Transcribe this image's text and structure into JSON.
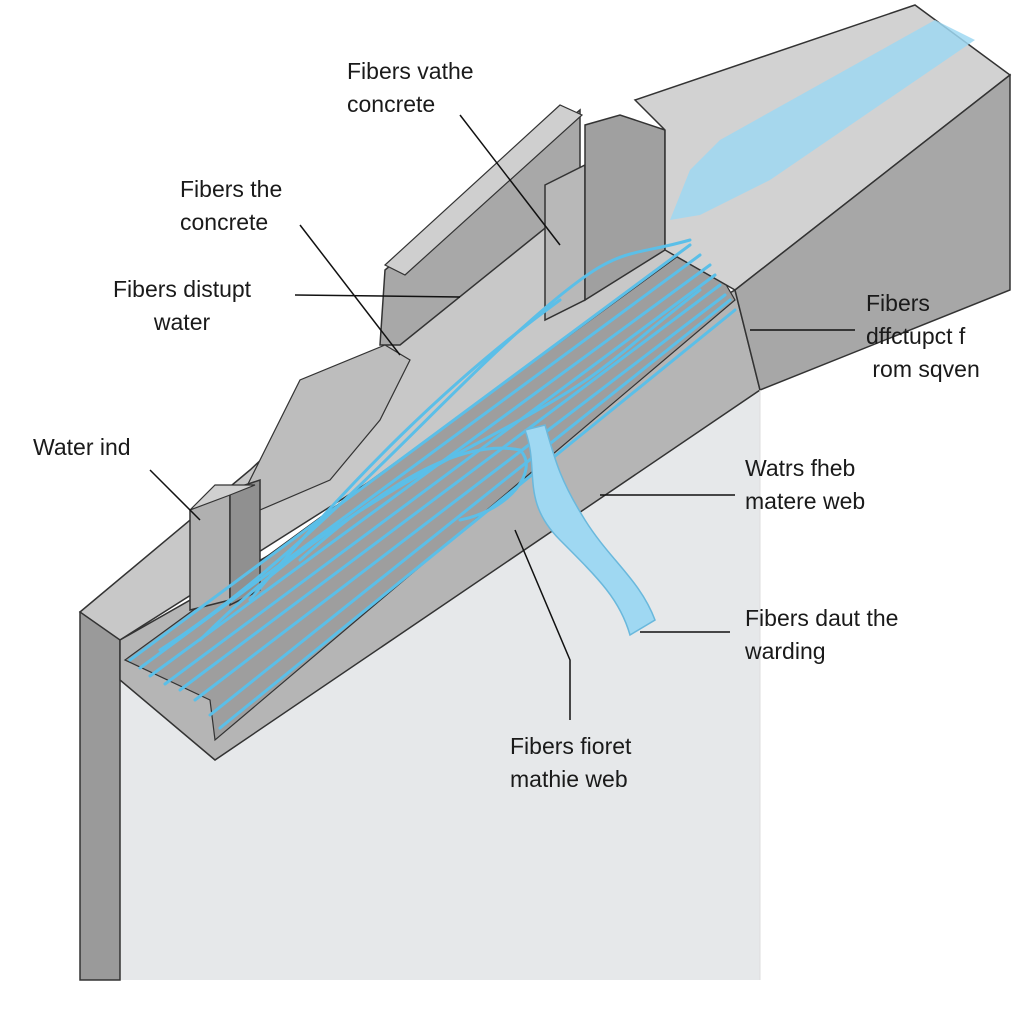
{
  "colors": {
    "concrete_light": "#d4d4d4",
    "concrete_mid": "#a8a8a8",
    "concrete_dark": "#8e8e8e",
    "front_face": "#e6e8ea",
    "fiber_blue": "#5bbfe8",
    "water_blue": "#9fd8f2"
  },
  "labels": [
    {
      "id": "top-center",
      "lines": [
        "Fibers vathe",
        "concrete"
      ]
    },
    {
      "id": "upper-left",
      "lines": [
        "Fibers the",
        "concrete"
      ]
    },
    {
      "id": "mid-left",
      "lines": [
        "Fibers distupt",
        "water"
      ]
    },
    {
      "id": "left",
      "lines": [
        "Water ind"
      ]
    },
    {
      "id": "right-top",
      "lines": [
        "Fibers",
        "dffctupct f",
        " rom sqven"
      ]
    },
    {
      "id": "right-mid",
      "lines": [
        "Watrs fheb",
        "matere web"
      ]
    },
    {
      "id": "right-low",
      "lines": [
        "Fibers daut the",
        "warding"
      ]
    },
    {
      "id": "bottom",
      "lines": [
        "Fibers fioret",
        "mathie web"
      ]
    }
  ]
}
